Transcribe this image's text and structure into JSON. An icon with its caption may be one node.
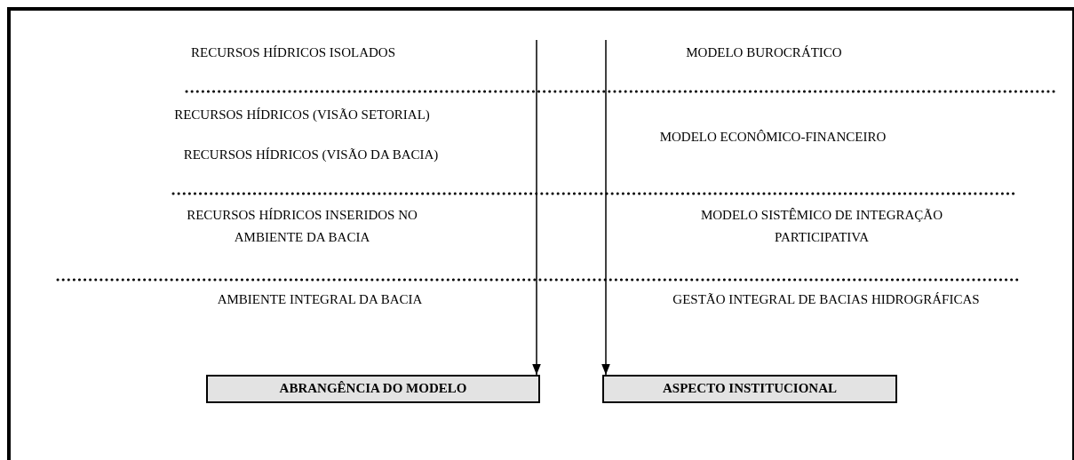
{
  "diagram": {
    "nodes": [
      {
        "text": [
          "ABRANGÊNCIA DO MODELO"
        ]
      },
      {
        "text": [
          "ASPECTO INSTITUCIONAL"
        ]
      }
    ],
    "edges": [
      {
        "from": null,
        "to": 0,
        "arrow": "to"
      },
      {
        "from": null,
        "to": 1,
        "arrow": "to"
      }
    ],
    "labels": [
      "RECURSOS HÍDRICOS ISOLADOS",
      "MODELO BUROCRÁTICO",
      "RECURSOS HÍDRICOS (VISÃO SETORIAL)",
      "MODELO ECONÔMICO-FINANCEIRO",
      "RECURSOS HÍDRICOS (VISÃO DA BACIA)",
      "RECURSOS HÍDRICOS INSERIDOS NO AMBIENTE DA BACIA",
      "MODELO SISTÊMICO DE INTEGRAÇÃO PARTICIPATIVA",
      "AMBIENTE INTEGRAL DA BACIA",
      "GESTÃO INTEGRAL DE BACIAS HIDROGRÁFICAS"
    ]
  }
}
